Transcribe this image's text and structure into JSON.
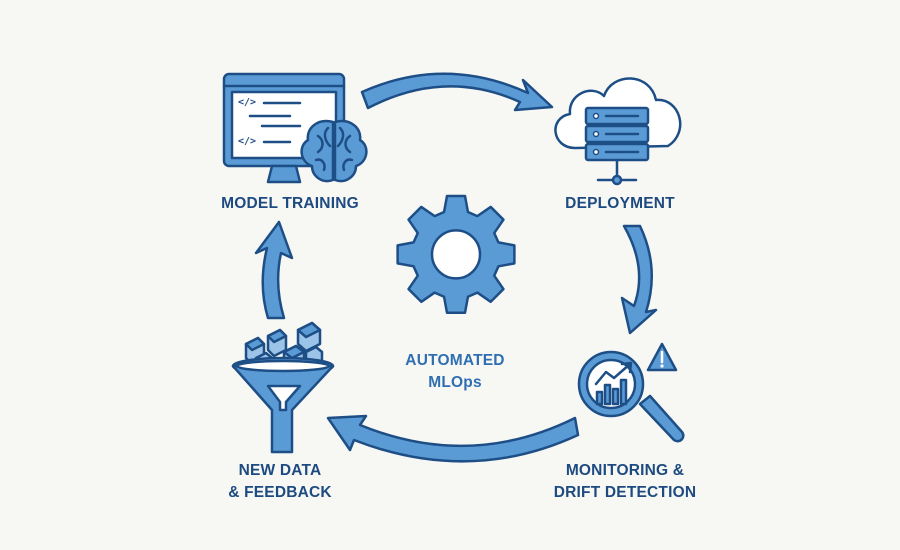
{
  "stages": {
    "training": {
      "label": "MODEL TRAINING",
      "icon": "monitor-brain-icon"
    },
    "deployment": {
      "label": "DEPLOYMENT",
      "icon": "cloud-server-icon"
    },
    "monitoring": {
      "label_line1": "MONITORING &",
      "label_line2": "DRIFT DETECTION",
      "icon": "magnifier-chart-warning-icon"
    },
    "data": {
      "label_line1": "NEW DATA",
      "label_line2": "& FEEDBACK",
      "icon": "funnel-cubes-icon"
    }
  },
  "center": {
    "line1": "AUTOMATED",
    "line2": "MLOps",
    "icon": "gear-icon"
  },
  "colors": {
    "fill": "#5b9bd5",
    "stroke": "#1e4e86",
    "text": "#1d4a80",
    "background": "#f7f7f4"
  }
}
